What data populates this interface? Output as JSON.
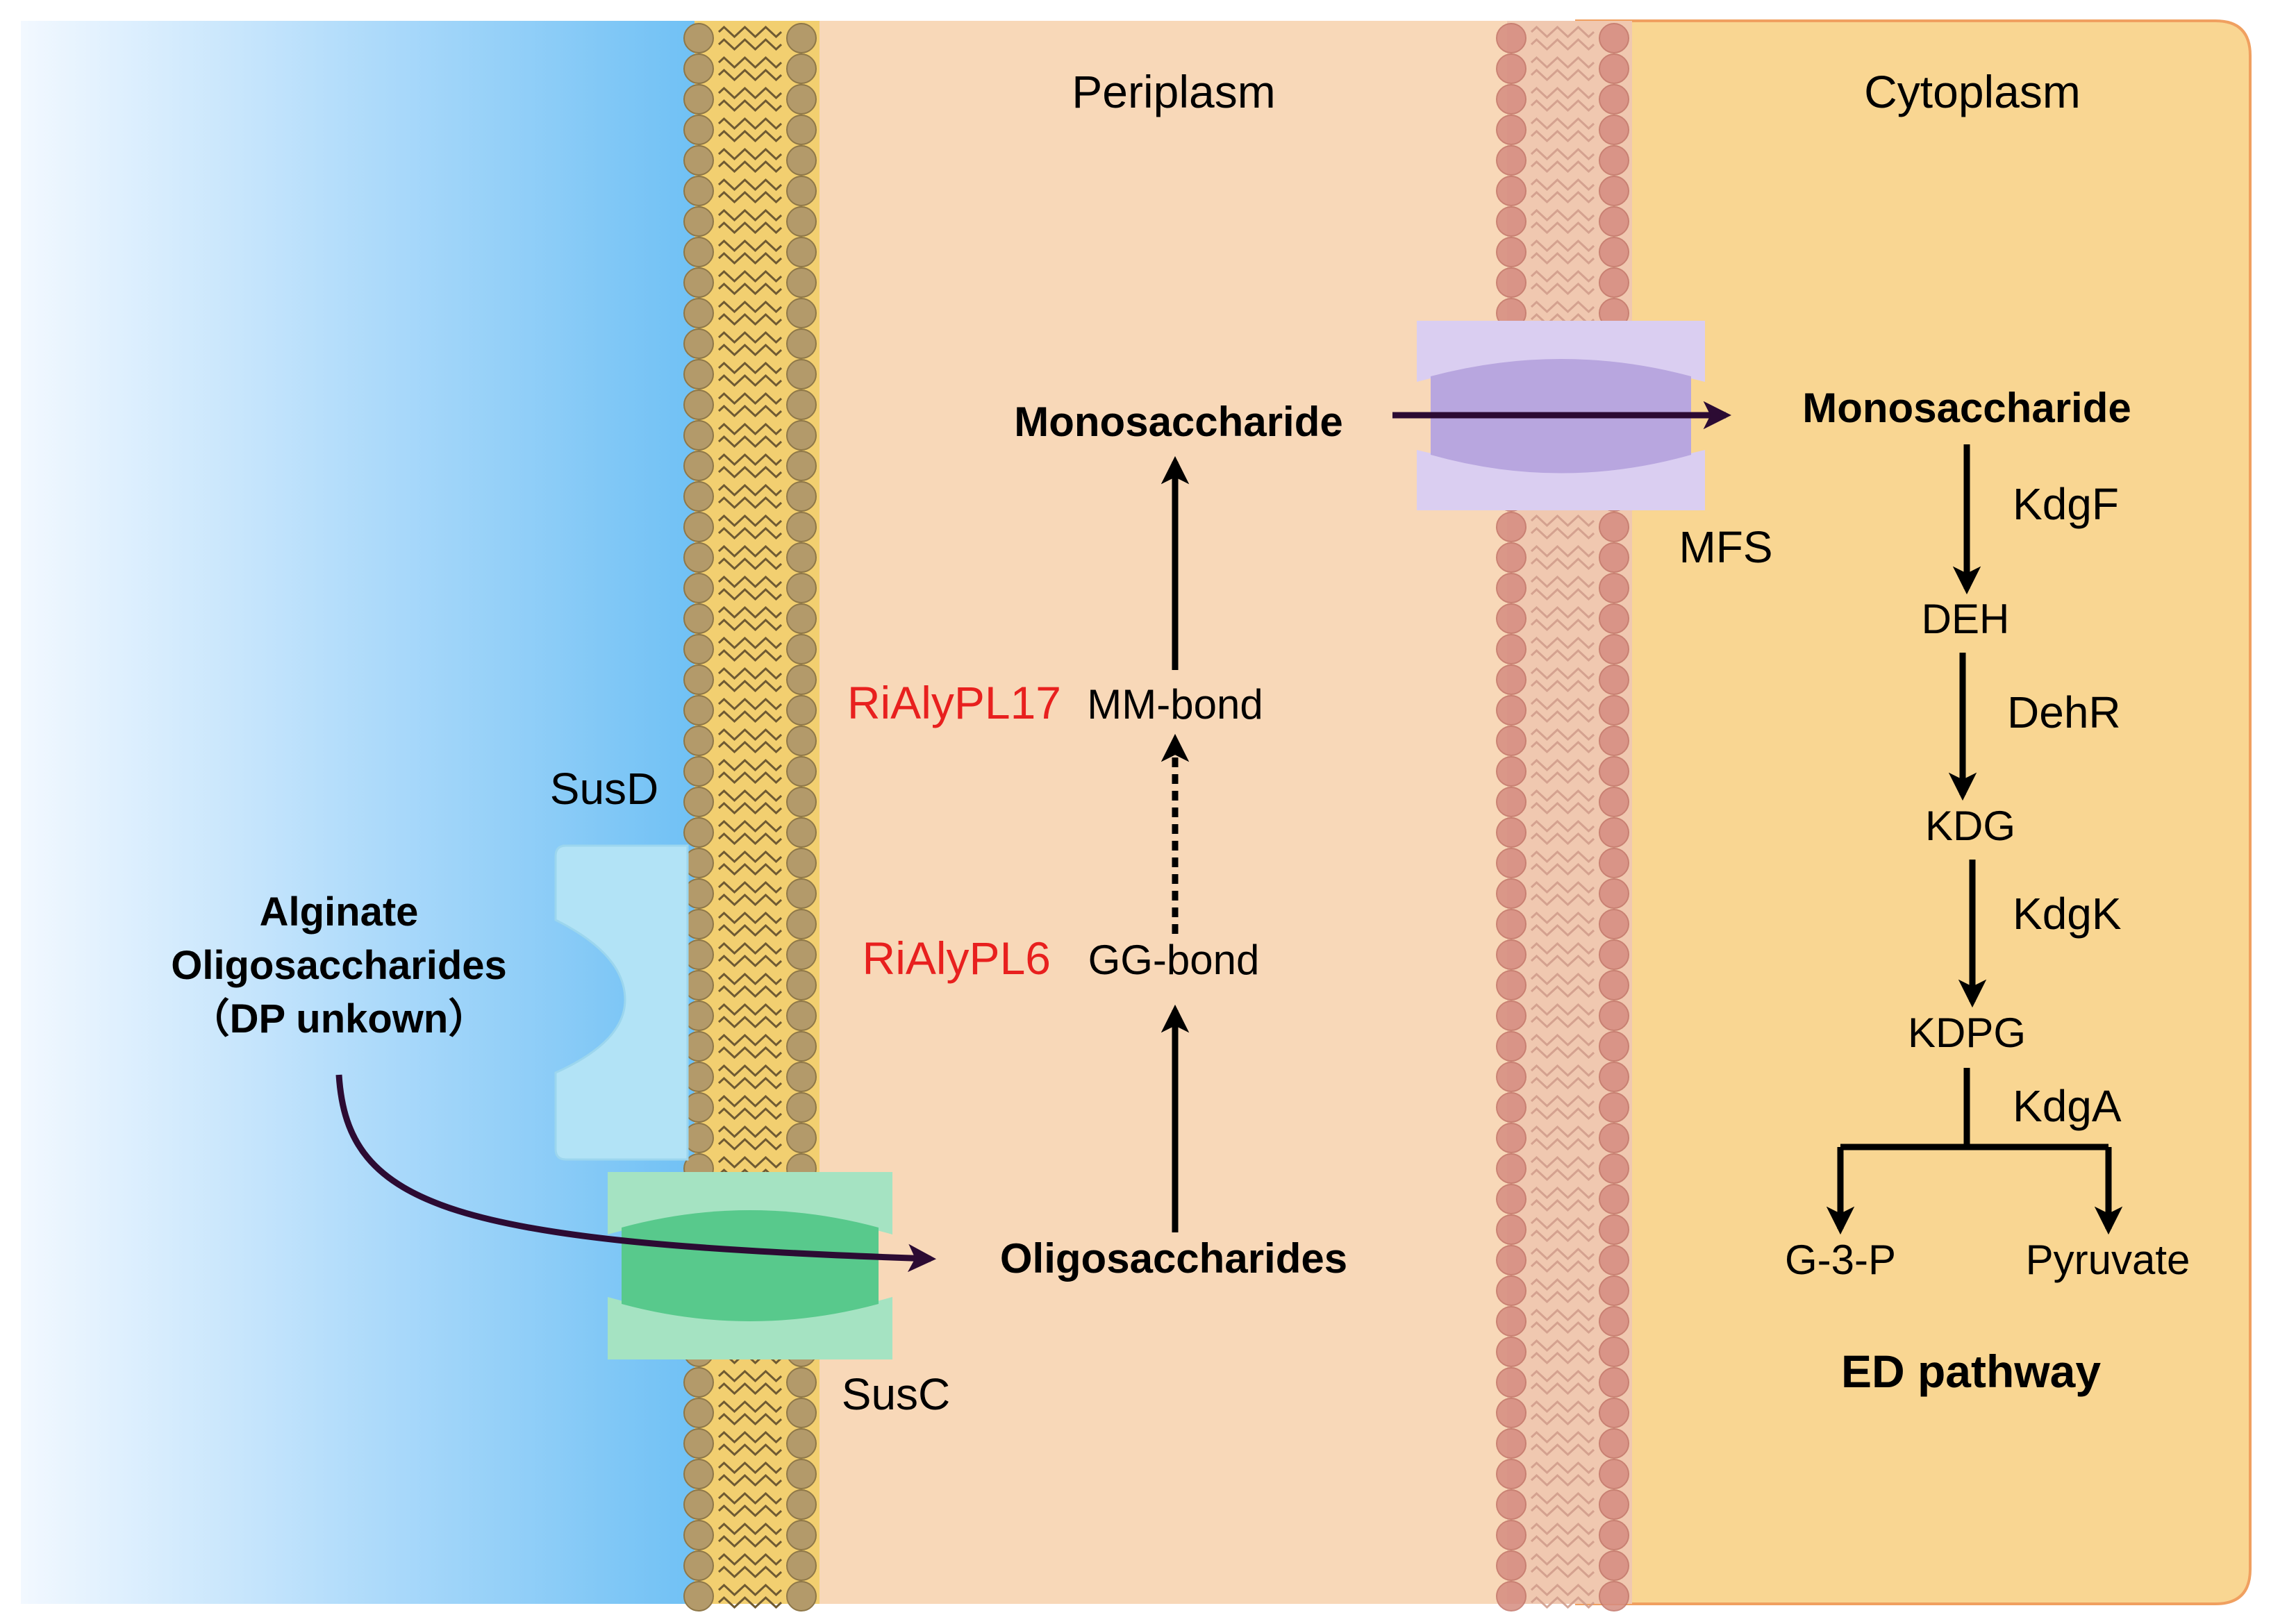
{
  "compartments": {
    "periplasm": "Periplasm",
    "cytoplasm": "Cytoplasm"
  },
  "transporters": {
    "susd": "SusD",
    "susc": "SusC",
    "mfs": "MFS"
  },
  "extracellular": {
    "substrate_line1": "Alginate",
    "substrate_line2": "Oligosaccharides",
    "substrate_line3": "（DP unkown）"
  },
  "periplasm_path": {
    "oligosaccharides": "Oligosaccharides",
    "gg_bond": "GG-bond",
    "mm_bond": "MM-bond",
    "monosaccharide": "Monosaccharide",
    "enzyme_pl6": "RiAlyPL6",
    "enzyme_pl17": "RiAlyPL17"
  },
  "cytoplasm_path": {
    "monosaccharide": "Monosaccharide",
    "deh": "DEH",
    "kdg": "KDG",
    "kdpg": "KDPG",
    "g3p": "G-3-P",
    "pyruvate": "Pyruvate",
    "enzyme_kdgf": "KdgF",
    "enzyme_dehr": "DehR",
    "enzyme_kdgk": "KdgK",
    "enzyme_kdga": "KdgA",
    "pathway_title": "ED pathway"
  },
  "colors": {
    "enzyme_red": "#e8201e",
    "periplasm_fill": "#f8d8b8",
    "cytoplasm_fill": "#f9d692",
    "outer_membrane_head": "#b39a6a",
    "inner_membrane_head": "#d58c80",
    "susc_green": "#5ecf94",
    "susd_blue": "#b2e3f6",
    "mfs_purple": "#b8a6df",
    "transport_arrow": "#2c0b33"
  }
}
